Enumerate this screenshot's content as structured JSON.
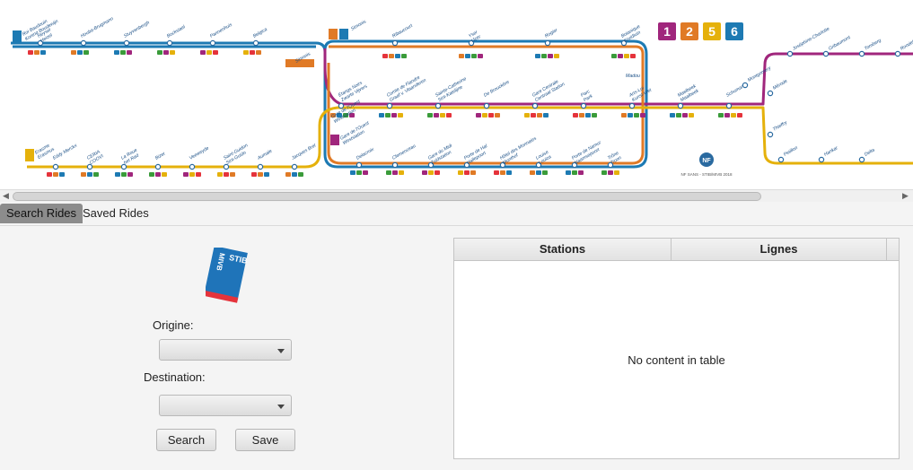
{
  "map": {
    "line_badges": [
      "1",
      "2",
      "5",
      "6"
    ],
    "line_colors": {
      "1": "#a0267c",
      "2": "#e07a26",
      "5": "#e5b10b",
      "6": "#1d7ab3"
    },
    "top_left_stations": [
      "Heysel\nHeizel",
      "Houba-Brugmann",
      "Stuyvenbergh",
      "Bockstael",
      "Pannenhuis",
      "Belgica"
    ],
    "top_loop_stations": [
      "Ribaucourt",
      "Yser\nIJzer",
      "Rogier",
      "Botanique\nKruidtuin"
    ],
    "center_stations": [
      "Étangs Noirs\nZwarte Vijvers",
      "Comte de Flandre\nGraaf v. Vlaanderen",
      "Sainte-Catherine\nSint-Katelijne",
      "De Brouckère",
      "Gare Centrale\nCentraal Station",
      "Parc\nPark",
      "Arts-Loi\nKunst-Wet",
      "Maelbeek\nMaalbeek",
      "Schuman"
    ],
    "bottom_loop_stations": [
      "Delacroix",
      "Clemenceau",
      "Gare du Midi\nZuidstation",
      "Porte de Hal\nHallepoort",
      "Hôtel des Monnaies\nMunthof",
      "Louise\nLouiza",
      "Porte de Namur\nNaamsepoort",
      "Trône\nTroon"
    ],
    "bottom_left_stations": [
      "Eddy Merckx",
      "CERIA\nCOOVI",
      "La Roue\nhet Rad",
      "Bizet",
      "Veeweyde",
      "Saint-Guidon\nSint-Guido",
      "Aumale",
      "Jacques Brel"
    ],
    "right_stations": [
      "Mérode",
      "Thieffry",
      "Petillon",
      "Hankar",
      "Delta",
      "Joséphine-Charlotte",
      "Gribaumont",
      "Tomberg",
      "Roodebeek",
      "Montgomery"
    ],
    "side_labels": [
      "Simonis",
      "Gare de l'Ouest\nWeststation",
      "Madou"
    ],
    "line_plates": {
      "6": "Roi Baudouin\nKoning Boudewijn",
      "5": "Erasme\nErasmus",
      "1": "Gare de l'Ouest\nWeststation",
      "6b": "Simonis",
      "2": "Simonis"
    },
    "footer_logo_text": "NF",
    "footer_text": "NF SANS - STIB/MIVB 2018"
  },
  "tabs": {
    "search_label": "Search Rides",
    "saved_label": "Saved Rides"
  },
  "logo": {
    "top_text": "STIB",
    "side_text": "MIVB",
    "color": "#1f74b9",
    "stripe_color": "#e5333b"
  },
  "form": {
    "origin_label": "Origine:",
    "origin_value": "",
    "destination_label": "Destination:",
    "destination_value": "",
    "search_label": "Search",
    "save_label": "Save"
  },
  "table": {
    "columns": [
      "Stations",
      "Lignes"
    ],
    "empty_text": "No content in table"
  }
}
